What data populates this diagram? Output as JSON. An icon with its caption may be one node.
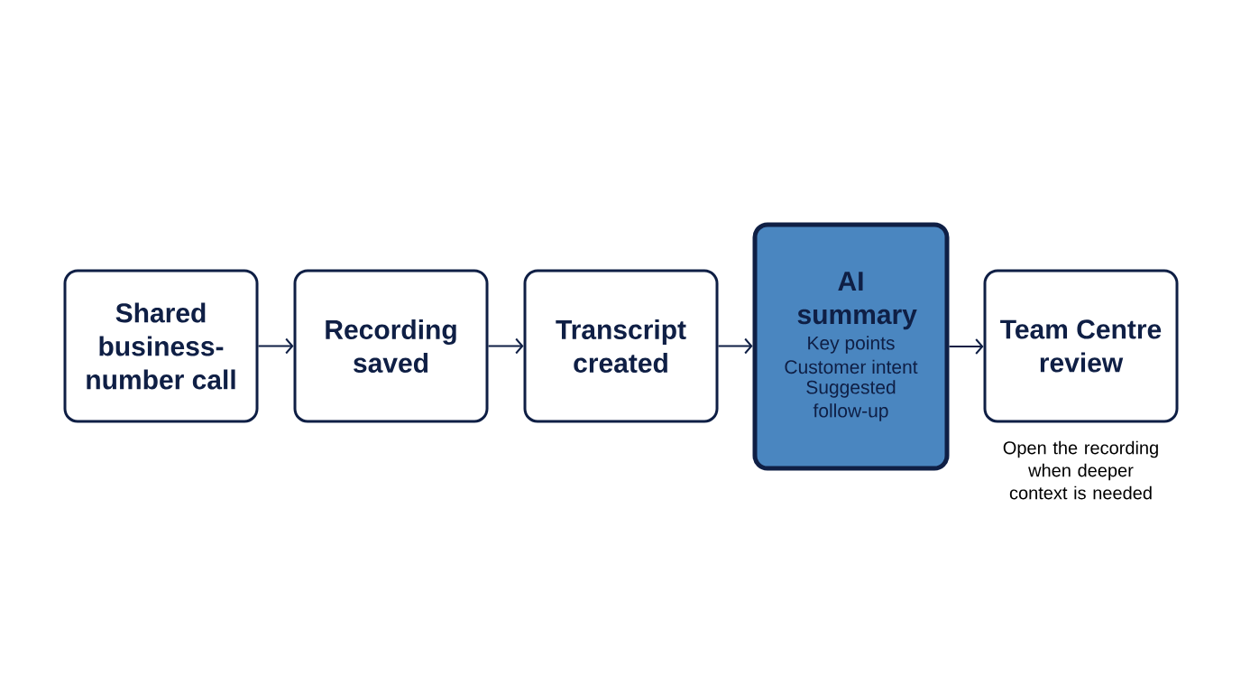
{
  "diagram": {
    "nodes": [
      {
        "text": [
          "Shared business-number call"
        ]
      },
      {
        "text": [
          "Recording saved"
        ]
      },
      {
        "text": [
          "Transcript created"
        ]
      },
      {
        "text": [
          "AI summary",
          "Key points",
          "Customer intent",
          "Suggested follow-up"
        ]
      },
      {
        "text": [
          "Team Centre review"
        ],
        "beside": [
          "Open the recording when deeper context is needed"
        ]
      }
    ],
    "edges": [
      {
        "from": 0,
        "to": 1,
        "arrow": "to"
      },
      {
        "from": 1,
        "to": 2,
        "arrow": "to"
      },
      {
        "from": 2,
        "to": 3,
        "arrow": "to"
      },
      {
        "from": 3,
        "to": 4,
        "arrow": "to"
      }
    ]
  }
}
